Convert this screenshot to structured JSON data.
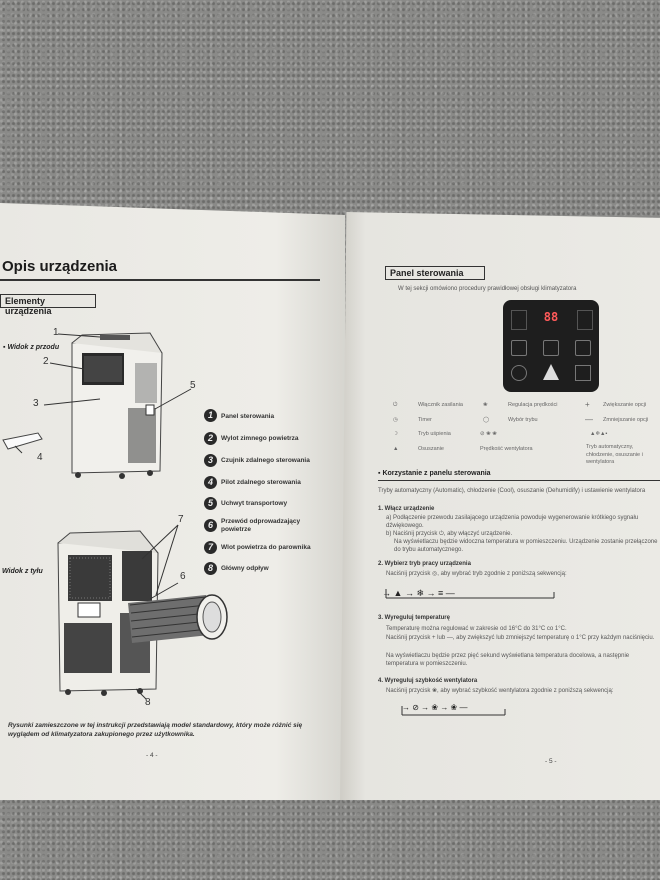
{
  "left_page": {
    "title": "Opis urządzenia",
    "section": "Elementy urządzenia",
    "view_front": "Widok z przodu",
    "view_back": "Widok z tyłu",
    "callouts": [
      "1",
      "2",
      "3",
      "4",
      "5",
      "6",
      "7",
      "8"
    ],
    "parts": [
      {
        "n": "1",
        "label": "Panel sterowania"
      },
      {
        "n": "2",
        "label": "Wylot zimnego powietrza"
      },
      {
        "n": "3",
        "label": "Czujnik zdalnego sterowania"
      },
      {
        "n": "4",
        "label": "Pilot zdalnego sterowania"
      },
      {
        "n": "5",
        "label": "Uchwyt transportowy"
      },
      {
        "n": "6",
        "label": "Przewód odprowadzający powietrze"
      },
      {
        "n": "7",
        "label": "Wlot powietrza do parownika"
      },
      {
        "n": "8",
        "label": "Główny odpływ"
      }
    ],
    "note": "Rysunki zamieszczone w tej instrukcji przedstawiają model standardowy, który może różnić się wyglądem od klimatyzatora zakupionego przez użytkownika.",
    "page_number": "- 4 -"
  },
  "right_page": {
    "section": "Panel sterowania",
    "intro": "W tej sekcji omówiono procedury prawidłowej obsługi klimatyzatora",
    "panel_display": "88",
    "legend": [
      {
        "col1": "Włącznik zasilania",
        "col2": "Regulacja prędkości",
        "col3": "Zwiększanie opcji"
      },
      {
        "col1": "Timer",
        "col2": "Wybór trybu",
        "col3": "Zmniejszanie opcji"
      },
      {
        "col1": "Tryb uśpienia",
        "col2": "",
        "col3": ""
      },
      {
        "col1": "Osuszanie",
        "col2": "Prędkość wentylatora",
        "col3": "Tryb automatyczny, chłodzenie, osuszanie i wentylatora"
      }
    ],
    "usage_title": "Korzystanie z panelu sterowania",
    "usage_intro": "Tryby automatyczny (Automatic), chłodzenie (Cool), osuszanie (Dehumidify) i ustawienie wentylatora",
    "steps": [
      {
        "title": "1. Włącz urządzenie",
        "lines": [
          "a) Podłączenie przewodu zasilającego urządzenia powoduje wygenerowanie krótkiego sygnału dźwiękowego.",
          "b) Naciśnij przycisk ⏻, aby włączyć urządzenie.",
          "Na wyświetlaczu będzie widoczna temperatura w pomieszczeniu. Urządzenie zostanie przełączone do trybu automatycznego."
        ]
      },
      {
        "title": "2. Wybierz tryb pracy urządzenia",
        "lines": [
          "Naciśnij przycisk ◎, aby wybrać tryb zgodnie z poniższą sekwencją:"
        ]
      },
      {
        "title": "3. Wyreguluj temperaturę",
        "lines": [
          "Temperaturę można regulować w zakresie od 16°C do 31°C co 1°C.",
          "Naciśnij przycisk + lub —, aby zwiększyć lub zmniejszyć temperaturę o 1°C przy każdym naciśnięciu.",
          "Na wyświetlaczu będzie przez pięć sekund wyświetlana temperatura docelowa, a następnie temperatura w pomieszczeniu."
        ]
      },
      {
        "title": "4. Wyreguluj szybkość wentylatora",
        "lines": [
          "Naciśnij przycisk ❀, aby wybrać szybkość wentylatora zgodnie z poniższą sekwencją:"
        ]
      }
    ],
    "mode_sequence": [
      "▲",
      "❄",
      "≡"
    ],
    "fan_sequence": [
      "⊘",
      "❀",
      "❀"
    ],
    "page_number": "- 5 -"
  }
}
